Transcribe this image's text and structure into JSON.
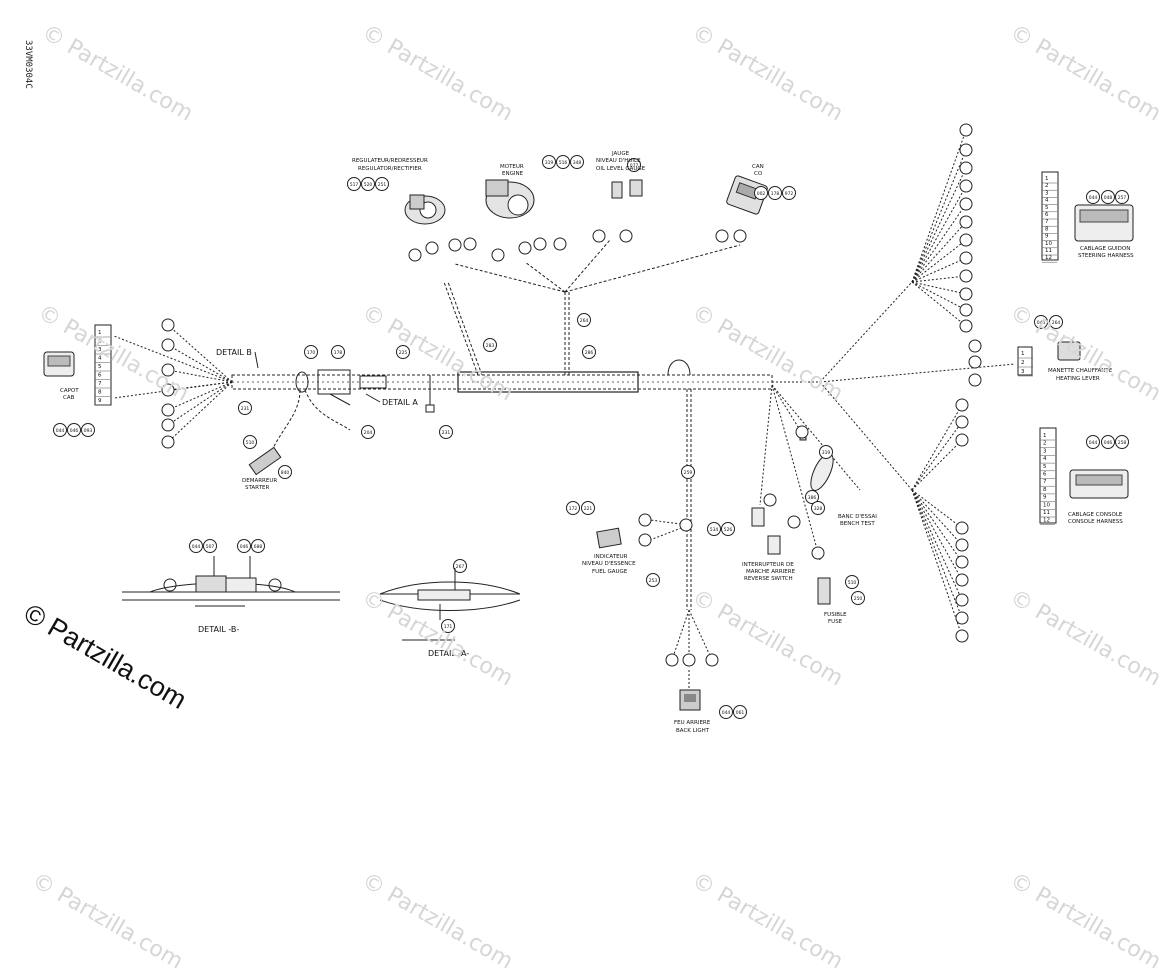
{
  "ref_code": "33VM0304C",
  "watermark": {
    "text": "© Partzilla.com",
    "main_text": "© Partzilla.com"
  },
  "labels": {
    "detail_b_callout": "DETAIL B",
    "detail_a_callout": "DETAIL A",
    "detail_b_title": "DETAIL -B-",
    "detail_a_title": "DETAIL -A-"
  },
  "components": {
    "cab": {
      "fr": "CAPOT",
      "en": "CAB"
    },
    "starter": {
      "fr": "DEMARREUR",
      "en": "STARTER"
    },
    "regulator": {
      "fr": "REGULATEUR/REDRESSEUR",
      "en": "REGULATOR/RECTIFIER"
    },
    "engine": {
      "fr": "MOTEUR",
      "en": "ENGINE"
    },
    "oil_gauge": {
      "fr1": "JAUGE",
      "fr2": "NIVEAU D'HUILE",
      "en": "OIL LEVEL GAUGE"
    },
    "can": {
      "fr": "CAN",
      "en": "CO"
    },
    "steering": {
      "fr": "CABLAGE GUIDON",
      "en": "STEERING HARNESS"
    },
    "heating": {
      "fr": "MANETTE CHAUFFANTE",
      "en": "HEATING LEVER"
    },
    "console": {
      "fr": "CABLAGE CONSOLE",
      "en": "CONSOLE HARNESS"
    },
    "fuel_gauge": {
      "fr1": "INDICATEUR",
      "fr2": "NIVEAU D'ESSENCE",
      "en": "FUEL GAUGE"
    },
    "reverse": {
      "fr1": "INTERRUPTEUR DE",
      "fr2": "MARCHE ARRIERE",
      "en": "REVERSE SWITCH"
    },
    "test_bench": {
      "fr": "BANC D'ESSAI",
      "en": "BENCH TEST"
    },
    "fusible": {
      "fr": "FUSIBLE",
      "en": "FUSE"
    },
    "back_light": {
      "fr": "FEU ARRIERE",
      "en": "BACK LIGHT"
    }
  },
  "pin_tables": {
    "cab": [
      "1",
      "2",
      "3",
      "4",
      "5",
      "6",
      "7",
      "8",
      "9"
    ],
    "steering": [
      "1",
      "2",
      "3",
      "4",
      "5",
      "6",
      "7",
      "8",
      "9",
      "10",
      "11",
      "12"
    ],
    "heating": [
      "1",
      "2",
      "3"
    ],
    "console": [
      "1",
      "2",
      "3",
      "4",
      "5",
      "6",
      "7",
      "8",
      "9",
      "10",
      "11",
      "12"
    ]
  },
  "part_refs": {
    "cab": [
      "044",
      "046",
      "093"
    ],
    "starter": [
      "510",
      "840"
    ],
    "regulator": [
      "517",
      "520",
      "251"
    ],
    "engine": [
      "319",
      "516",
      "348"
    ],
    "oil": [
      "077"
    ],
    "can": [
      "002",
      "178",
      "972"
    ],
    "steering": [
      "044",
      "048",
      "257"
    ],
    "heating": [
      "044",
      "264"
    ],
    "console": [
      "044",
      "046",
      "258"
    ],
    "fuel": [
      "172",
      "221"
    ],
    "reverse": [
      "534",
      "526"
    ],
    "test": [
      "319",
      "386",
      "328"
    ],
    "fuse": [
      "510",
      "250"
    ],
    "back": [
      "044",
      "061"
    ],
    "harness": [
      "170",
      "178",
      "225",
      "286",
      "283",
      "264",
      "231",
      "204",
      "231",
      "259",
      "253"
    ],
    "detail_b": [
      "044",
      "507",
      "046",
      "688"
    ],
    "detail_a": [
      "267",
      "171"
    ]
  },
  "icon_names": [
    "connector-icon",
    "circuit-callout-icon",
    "fuse-icon",
    "switch-icon"
  ]
}
